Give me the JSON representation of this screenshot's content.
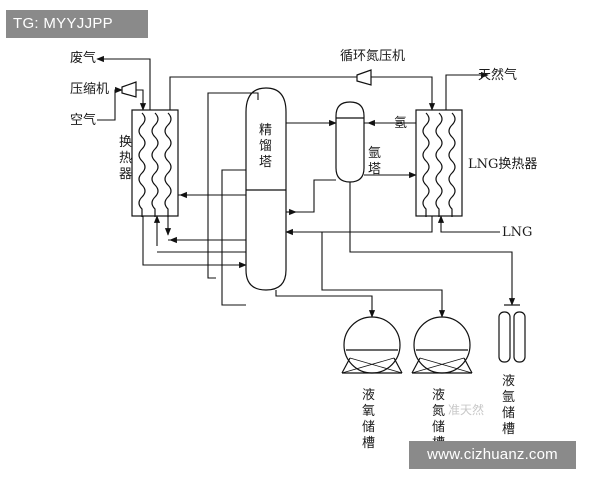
{
  "watermarks": {
    "top_left": "TG: MYYJJPP",
    "bottom_right": "www.cizhuanz.com",
    "faint_logo": "准天然"
  },
  "labels": {
    "waste_gas": "废气",
    "compressor": "压缩机",
    "air": "空气",
    "heat_exchanger": "换热器",
    "rectifying_tower": "精馏塔",
    "circulating_compressor": "循环氮压机",
    "hydrogen": "氢",
    "argon_tower": "氩塔",
    "natural_gas": "天然气",
    "lng_exchanger": "LNG换热器",
    "lng": "LNG",
    "liquid_oxygen_tank": "液氧储槽",
    "liquid_nitrogen_tank": "液氮储槽",
    "liquid_argon_tank": "液氩储槽"
  }
}
